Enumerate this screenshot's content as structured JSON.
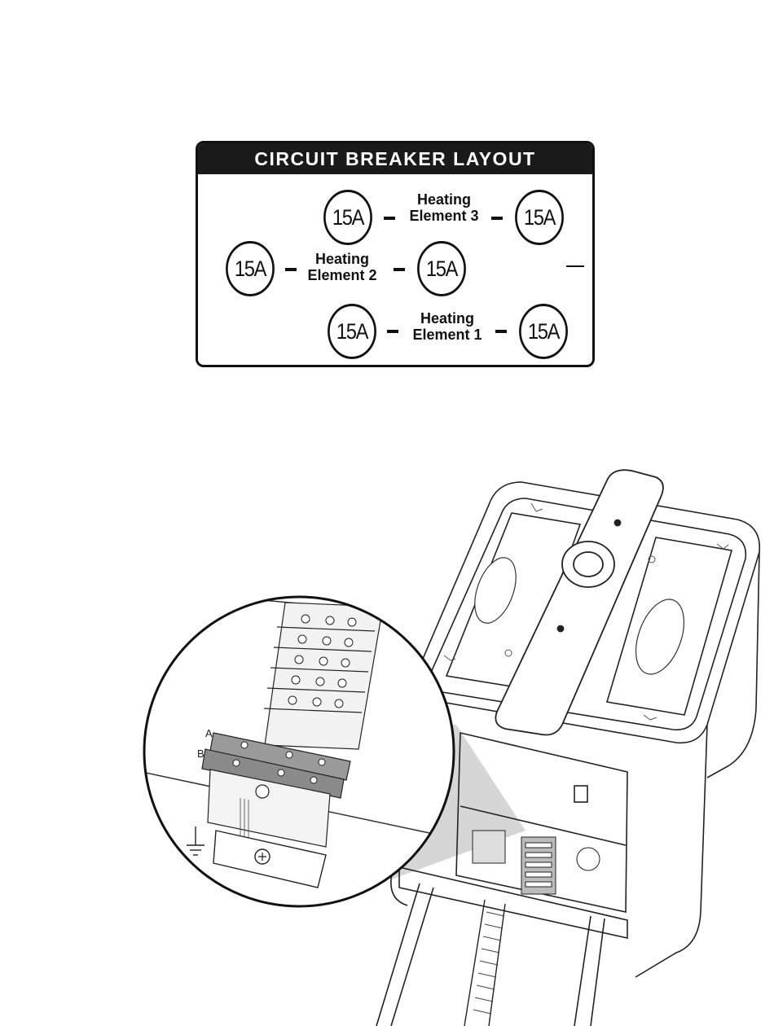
{
  "label": {
    "title": "CIRCUIT BREAKER LAYOUT",
    "rows": [
      {
        "left": "15A",
        "element_line1": "Heating",
        "element_line2": "Element 3",
        "right": "15A"
      },
      {
        "left": "15A",
        "element_line1": "Heating",
        "element_line2": "Element 2",
        "right": "15A"
      },
      {
        "left": "15A",
        "element_line1": "Heating",
        "element_line2": "Element 1",
        "right": "15A"
      }
    ]
  },
  "detail": {
    "callout_a": "A",
    "callout_b": "B"
  },
  "colors": {
    "ink": "#111111",
    "title_bar": "#1a1a1a",
    "shadow_wedge": "#d6d6d6",
    "terminal_gray": "#9a9a9a"
  },
  "icons": [
    "ground-icon",
    "handle-logo-icon",
    "brand-logo-icon"
  ]
}
